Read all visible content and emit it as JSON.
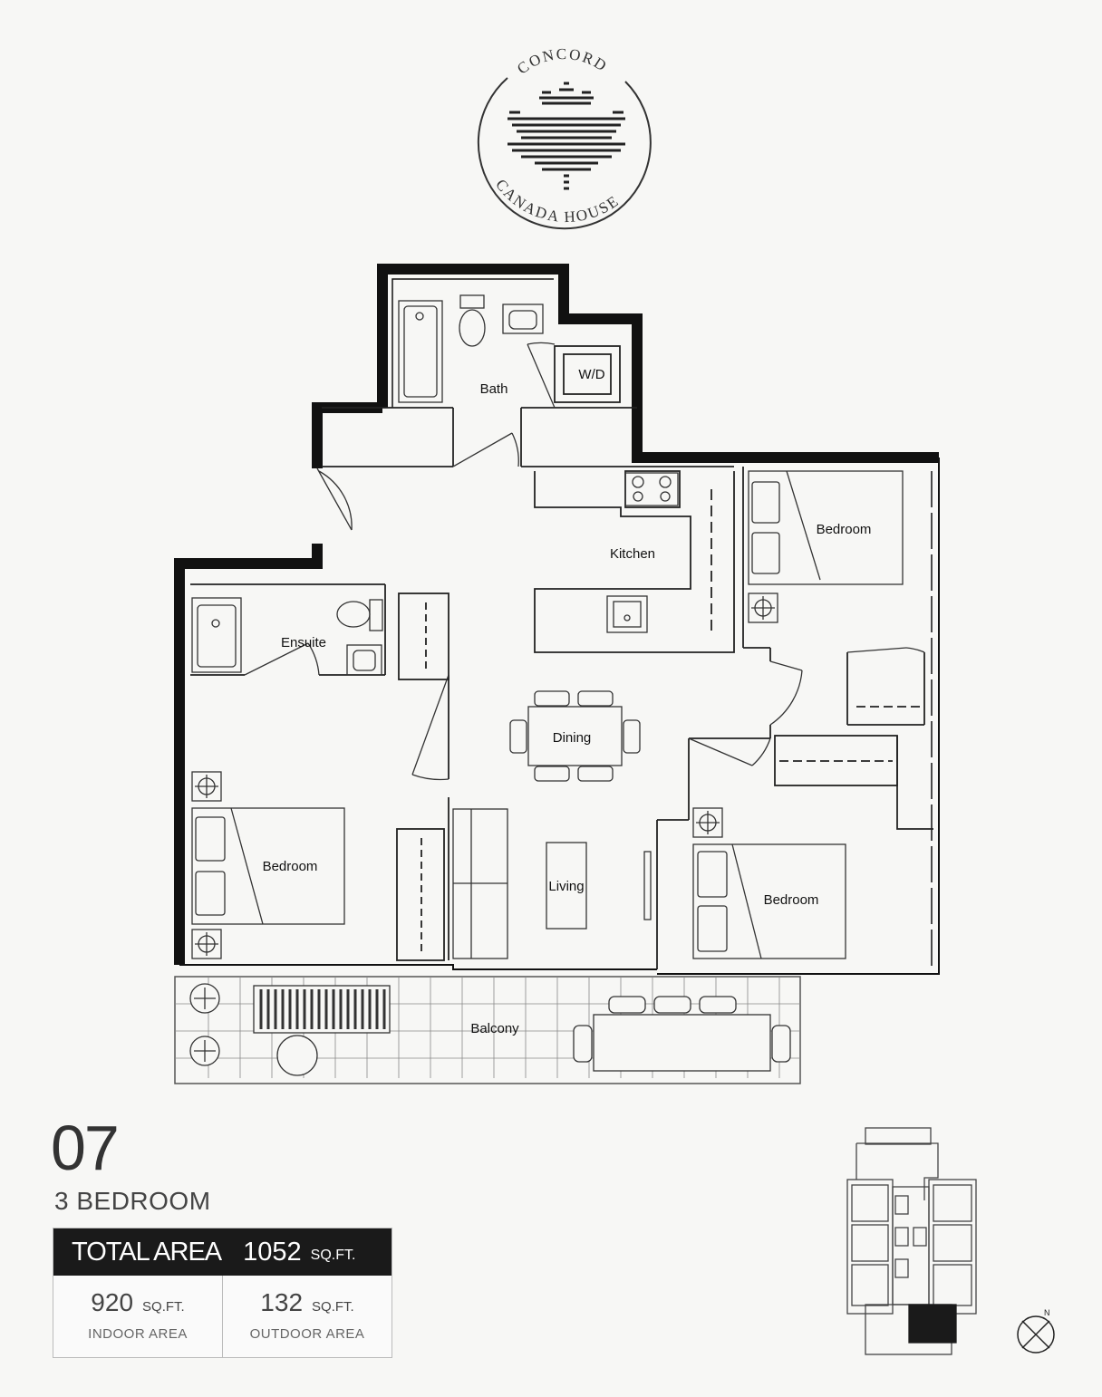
{
  "logo": {
    "top_text": "CONCORD",
    "bottom_text": "CANADA HOUSE"
  },
  "rooms": {
    "bath": "Bath",
    "wd": "W/D",
    "kitchen": "Kitchen",
    "ensuite": "Ensuite",
    "dining": "Dining",
    "living": "Living",
    "bedroom_ne": "Bedroom",
    "bedroom_w": "Bedroom",
    "bedroom_se": "Bedroom",
    "balcony": "Balcony"
  },
  "unit": {
    "number": "07",
    "type": "3 BEDROOM"
  },
  "areas": {
    "total_label": "TOTAL AREA",
    "total_value": "1052",
    "total_unit": "SQ.FT.",
    "indoor_value": "920",
    "indoor_unit": "SQ.FT.",
    "indoor_label": "INDOOR AREA",
    "outdoor_value": "132",
    "outdoor_unit": "SQ.FT.",
    "outdoor_label": "OUTDOOR AREA"
  },
  "compass": {
    "label": "N"
  }
}
